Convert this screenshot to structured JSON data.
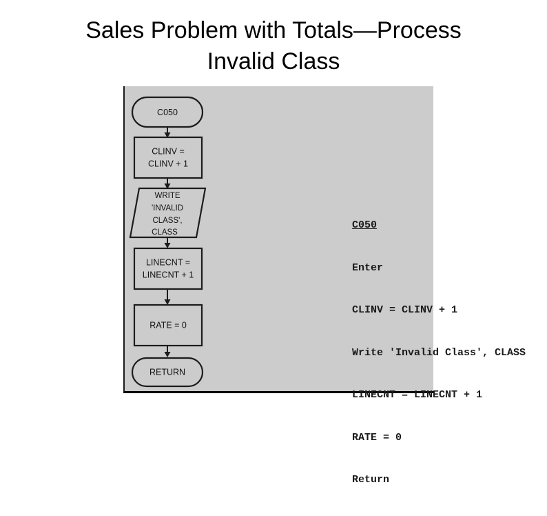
{
  "slide": {
    "title": "Sales Problem with Totals—Process\nInvalid Class",
    "panel_bg_color": "#cccccc",
    "ink_color": "#1a1a1a"
  },
  "flowchart": {
    "nodes": [
      {
        "id": "start",
        "shape": "terminator",
        "lines": [
          "C050"
        ]
      },
      {
        "id": "clinv",
        "shape": "process",
        "lines": [
          "CLINV =",
          "CLINV + 1"
        ]
      },
      {
        "id": "write",
        "shape": "input-output",
        "lines": [
          "WRITE",
          "'INVALID",
          "CLASS',",
          "CLASS"
        ]
      },
      {
        "id": "linecnt",
        "shape": "process",
        "lines": [
          "LINECNT =",
          "LINECNT + 1"
        ]
      },
      {
        "id": "rate",
        "shape": "process",
        "lines": [
          "RATE = 0"
        ]
      },
      {
        "id": "end",
        "shape": "terminator",
        "lines": [
          "RETURN"
        ]
      }
    ],
    "connectors": [
      {
        "from": "start",
        "to": "clinv"
      },
      {
        "from": "clinv",
        "to": "write"
      },
      {
        "from": "write",
        "to": "linecnt"
      },
      {
        "from": "linecnt",
        "to": "rate"
      },
      {
        "from": "rate",
        "to": "end"
      }
    ]
  },
  "pseudocode": {
    "heading": "C050",
    "lines": [
      "Enter",
      "CLINV = CLINV + 1",
      "Write 'Invalid Class', CLASS",
      "LINECNT = LINECNT + 1",
      "RATE = 0",
      "Return"
    ]
  }
}
